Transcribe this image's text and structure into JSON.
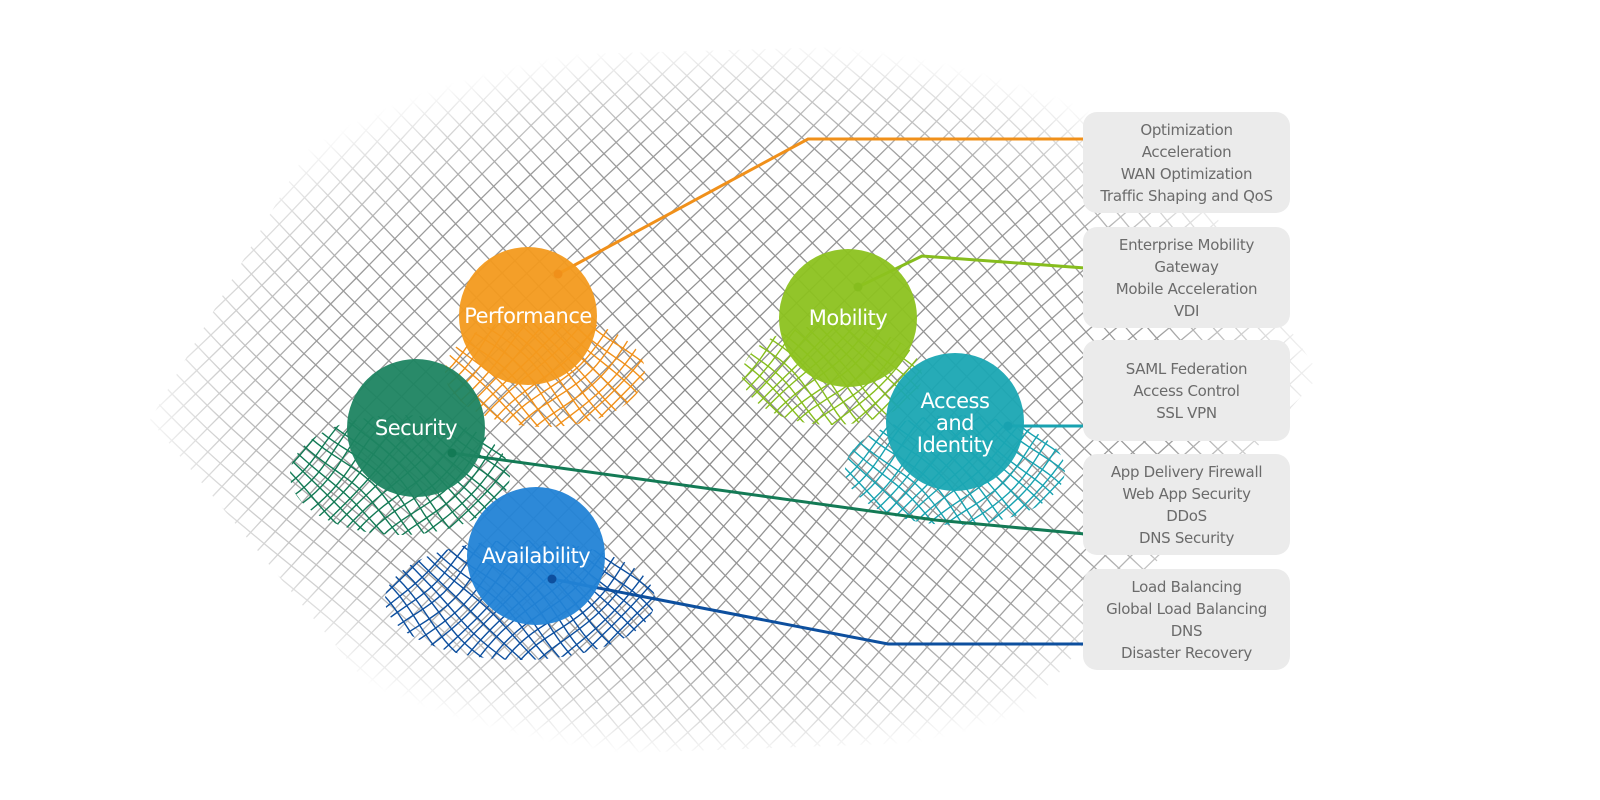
{
  "categories": [
    {
      "id": "performance",
      "label": [
        "Performance"
      ],
      "color": "#f39a1e",
      "line_color": "#f0901a",
      "items": [
        "Optimization",
        "Acceleration",
        "WAN Optimization",
        "Traffic Shaping and QoS"
      ]
    },
    {
      "id": "mobility",
      "label": [
        "Mobility"
      ],
      "color": "#8cc21f",
      "line_color": "#86bd1e",
      "items": [
        "Enterprise Mobility",
        "Gateway",
        "Mobile Acceleration",
        "VDI"
      ]
    },
    {
      "id": "access-identity",
      "label": [
        "Access",
        "and",
        "Identity"
      ],
      "color": "#1aa6b3",
      "line_color": "#18a2b0",
      "items": [
        "SAML Federation",
        "Access Control",
        "SSL VPN"
      ]
    },
    {
      "id": "security",
      "label": [
        "Security"
      ],
      "color": "#1e8461",
      "line_color": "#137a55",
      "items": [
        "App Delivery Firewall",
        "Web App Security",
        "DDoS",
        "DNS Security"
      ]
    },
    {
      "id": "availability",
      "label": [
        "Availability"
      ],
      "color": "#2283d6",
      "line_color": "#0d4f9e",
      "items": [
        "Load Balancing",
        "Global Load Balancing",
        "DNS",
        "Disaster Recovery"
      ]
    }
  ]
}
